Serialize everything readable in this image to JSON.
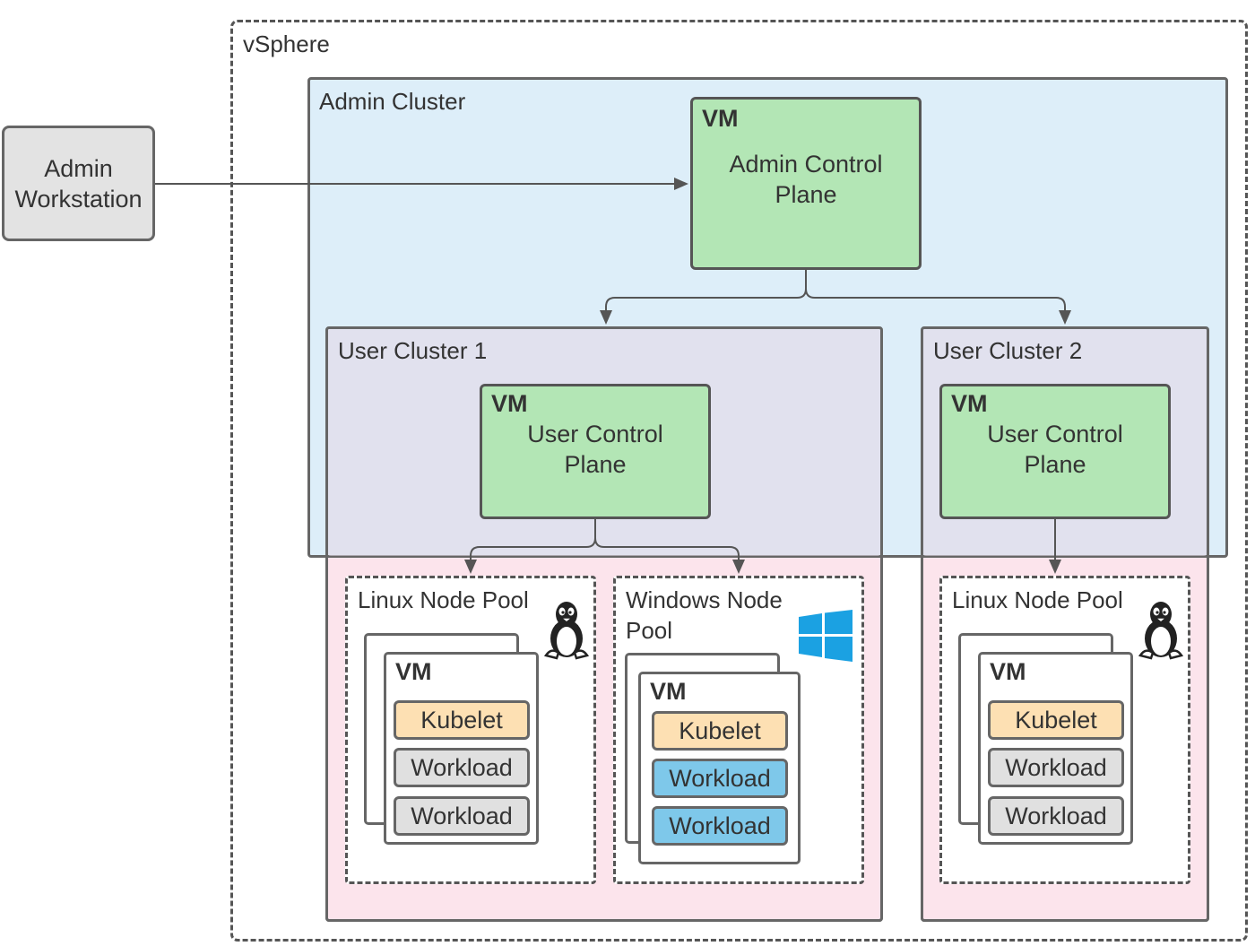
{
  "vsphere": {
    "label": "vSphere"
  },
  "admin_workstation": {
    "label": "Admin\nWorkstation"
  },
  "admin_cluster": {
    "label": "Admin Cluster",
    "control_plane": {
      "tag": "VM",
      "label": "Admin Control\nPlane"
    }
  },
  "user_cluster_1": {
    "label": "User Cluster 1",
    "control_plane": {
      "tag": "VM",
      "label": "User Control\nPlane"
    },
    "linux_pool": {
      "label": "Linux Node Pool",
      "vm": "VM",
      "kubelet": "Kubelet",
      "workloads": [
        "Workload",
        "Workload"
      ]
    },
    "windows_pool": {
      "label": "Windows Node\nPool",
      "vm": "VM",
      "kubelet": "Kubelet",
      "workloads": [
        "Workload",
        "Workload"
      ]
    }
  },
  "user_cluster_2": {
    "label": "User Cluster 2",
    "control_plane": {
      "tag": "VM",
      "label": "User Control\nPlane"
    },
    "linux_pool": {
      "label": "Linux Node Pool",
      "vm": "VM",
      "kubelet": "Kubelet",
      "workloads": [
        "Workload",
        "Workload"
      ]
    }
  },
  "icons": {
    "linux": "tux-penguin-icon",
    "windows": "windows-logo-icon"
  },
  "colors": {
    "admin_cluster_bg": "#d6eaf8",
    "control_plane_bg": "#b3e6b5",
    "user_cluster_bg": "#fce4ec",
    "kubelet_bg": "#fde0b3",
    "linux_workload_bg": "#e0e0e0",
    "windows_workload_bg": "#7ec8ea",
    "windows_logo": "#1ba1e2"
  }
}
